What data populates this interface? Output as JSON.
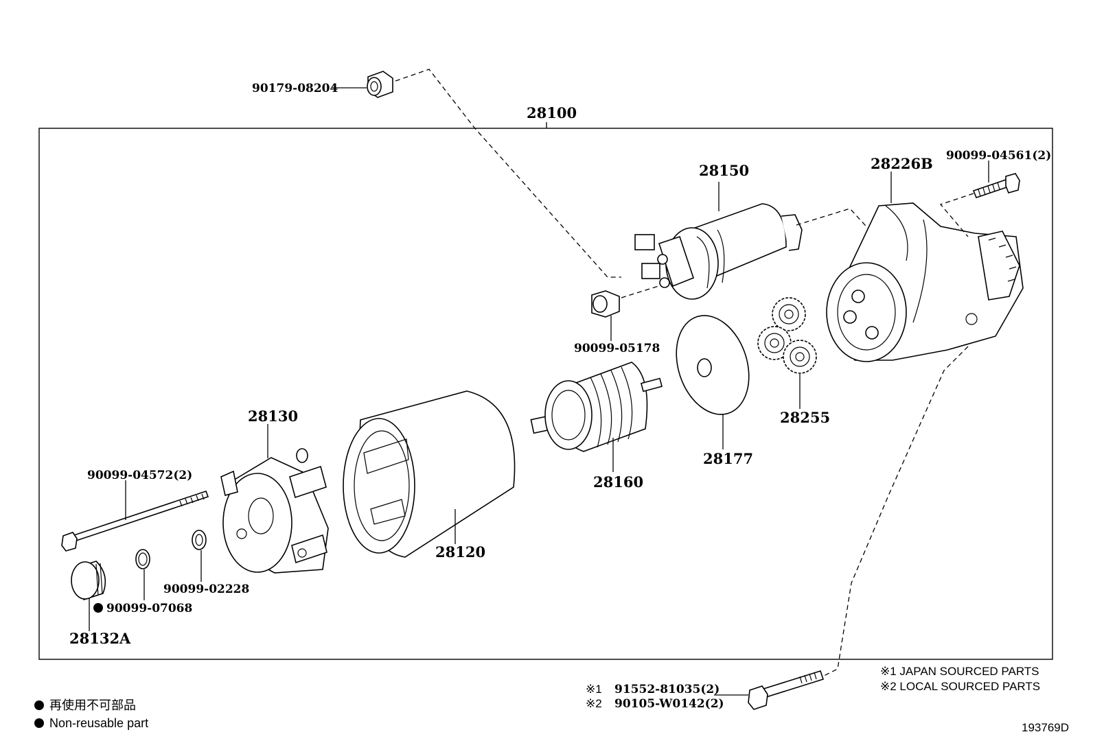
{
  "assembly": {
    "number": "28100"
  },
  "parts": {
    "p90179_08204": "90179-08204",
    "p28150": "28150",
    "p28226B": "28226B",
    "p90099_04561": "90099-04561(2)",
    "p90099_05178": "90099-05178",
    "p28255": "28255",
    "p28177": "28177",
    "p28160": "28160",
    "p28130": "28130",
    "p28120": "28120",
    "p90099_04572": "90099-04572(2)",
    "p90099_02228": "90099-02228",
    "p90099_07068": "90099-07068",
    "p28132A": "28132A"
  },
  "bottom_bolt": {
    "line1_prefix": "※1",
    "line1_part": "91552-81035(2)",
    "line2_prefix": "※2",
    "line2_part": "90105-W0142(2)"
  },
  "notes": {
    "japan": "※1 JAPAN SOURCED PARTS",
    "local": "※2 LOCAL SOURCED PARTS"
  },
  "legend": {
    "jp": "再使用不可部品",
    "en": "Non-reusable part"
  },
  "diagram_id": "193769D"
}
